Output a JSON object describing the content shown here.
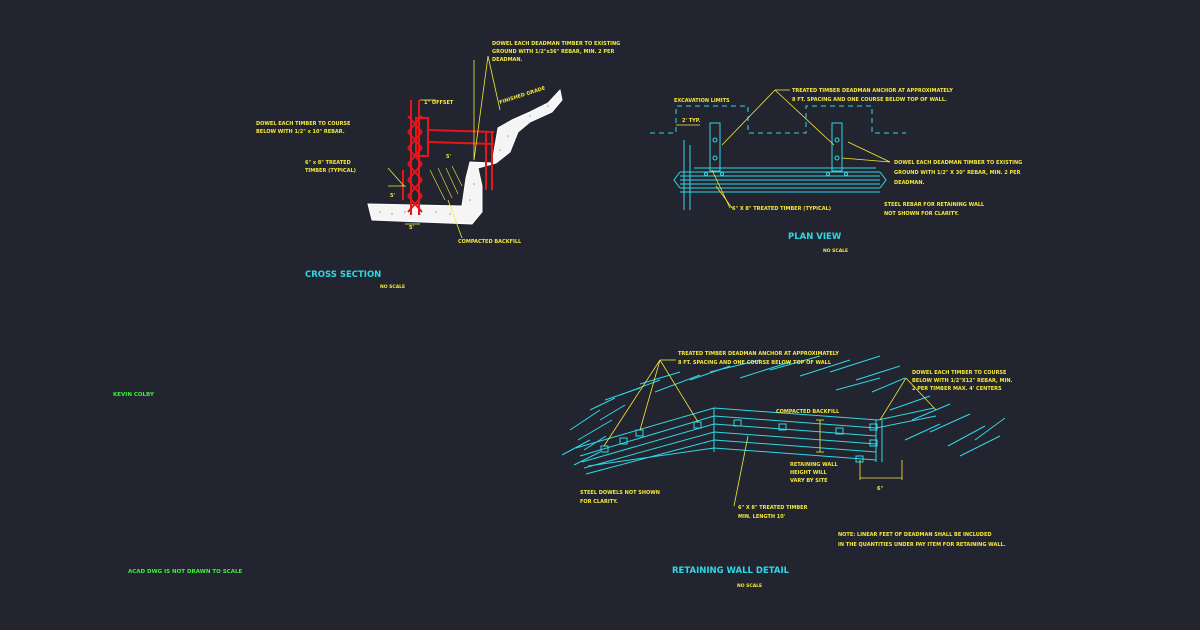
{
  "cross_section": {
    "title": "CROSS SECTION",
    "scale": "NO SCALE",
    "notes": {
      "dowel_timber_l1": "DOWEL EACH DEADMAN TIMBER TO EXISTING",
      "dowel_timber_l2": "GROUND WITH 1/2\"x36\" REBAR, MIN. 2 PER",
      "dowel_timber_l3": "DEADMAN.",
      "offset": "1\" OFFSET",
      "finished_grade": "FINISHED GRADE",
      "dowel_course_l1": "DOWEL EACH TIMBER TO COURSE",
      "dowel_course_l2": "BELOW WITH 1/2\" x 10\" REBAR.",
      "treated_l1": "6\" x 8\" TREATED",
      "treated_l2": "TIMBER (TYPICAL)",
      "compacted": "COMPACTED BACKFILL",
      "dim_5a": "5'",
      "dim_5b": "5'",
      "dim_5c": "5'"
    }
  },
  "plan_view": {
    "title": "PLAN VIEW",
    "scale": "NO SCALE",
    "notes": {
      "excavation": "EXCAVATION LIMITS",
      "typ": "2' TYP.",
      "anchor_l1": "TREATED TIMBER DEADMAN ANCHOR AT APPROXIMATELY",
      "anchor_l2": "8 FT. SPACING AND ONE COURSE BELOW TOP OF WALL.",
      "dowel_l1": "DOWEL EACH DEADMAN TIMBER TO EXISTING",
      "dowel_l2": "GROUND WITH 1/2\" X 30\" REBAR, MIN. 2 PER",
      "dowel_l3": "DEADMAN.",
      "steel_l1": "STEEL REBAR FOR RETAINING WALL",
      "steel_l2": "NOT SHOWN FOR CLARITY.",
      "timber": "6\" X 8\" TREATED TIMBER (TYPICAL)"
    }
  },
  "detail": {
    "title": "RETAINING WALL DETAIL",
    "scale": "NO SCALE",
    "notes": {
      "anchor_l1": "TREATED TIMBER DEADMAN ANCHOR AT APPROXIMATELY",
      "anchor_l2": "8 FT. SPACING AND ONE COURSE BELOW TOP OF WALL",
      "dowel_l1": "DOWEL EACH TIMBER TO COURSE",
      "dowel_l2": "BELOW WITH 1/2\"X12\" REBAR, MIN.",
      "dowel_l3": "2 PER TIMBER MAX. 4' CENTERS",
      "compacted": "COMPACTED BACKFILL",
      "height_l1": "RETAINING WALL",
      "height_l2": "HEIGHT WILL",
      "height_l3": "VARY BY SITE",
      "dim_6": "6\"",
      "steel_l1": "STEEL DOWELS NOT SHOWN",
      "steel_l2": "FOR CLARITY.",
      "timber_l1": "6\" X 8\" TREATED TIMBER",
      "timber_l2": "MIN. LENGTH 10'",
      "note_l1": "NOTE: LINEAR FEET OF DEADMAN SHALL BE INCLUDED",
      "note_l2": "IN THE QUANTITIES UNDER PAY ITEM FOR RETAINING WALL."
    }
  },
  "author": "KEVIN COLBY",
  "disclaimer": "ACAD DWG IS NOT DRAWN TO SCALE",
  "colors": {
    "background": "#22252f",
    "annotation": "#f5e93a",
    "linework": "#2fd8e6",
    "timber": "#e8151b",
    "ground": "#f5f5f5",
    "credit": "#3ef03e"
  }
}
